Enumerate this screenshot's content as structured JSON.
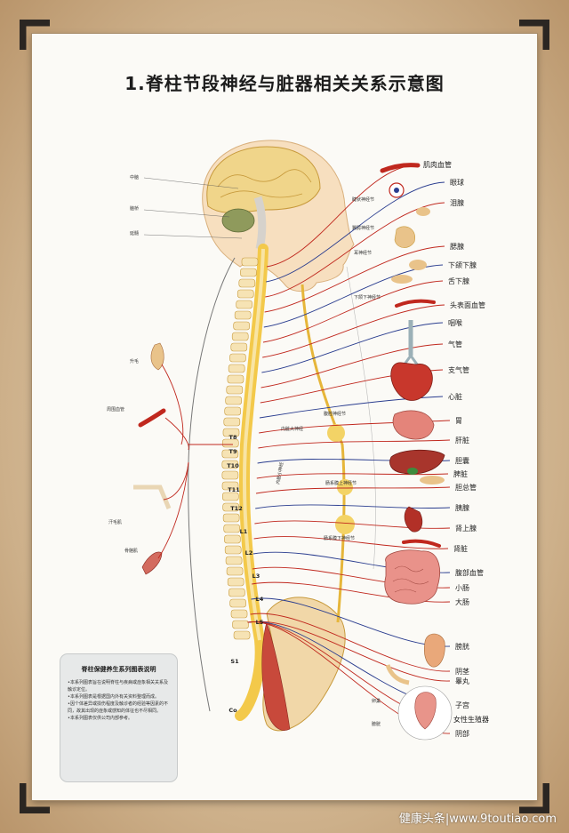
{
  "title": "1.脊柱节段神经与脏器相关关系示意图",
  "labels_right": [
    {
      "key": "muscle_vessel",
      "text": "肌肉血管"
    },
    {
      "key": "eyeball",
      "text": "眼球"
    },
    {
      "key": "lacrimal",
      "text": "泪腺"
    },
    {
      "key": "parotid",
      "text": "腮腺"
    },
    {
      "key": "submandibular",
      "text": "下颌下腺"
    },
    {
      "key": "sublingual",
      "text": "舌下腺"
    },
    {
      "key": "head_vessel",
      "text": "头表面血管"
    },
    {
      "key": "throat",
      "text": "咽喉"
    },
    {
      "key": "trachea",
      "text": "气管"
    },
    {
      "key": "bronchus",
      "text": "支气管"
    },
    {
      "key": "heart",
      "text": "心脏"
    },
    {
      "key": "stomach",
      "text": "胃"
    },
    {
      "key": "liver",
      "text": "肝脏"
    },
    {
      "key": "gallbladder",
      "text": "胆囊"
    },
    {
      "key": "spleen",
      "text": "脾脏"
    },
    {
      "key": "bile_duct",
      "text": "胆总管"
    },
    {
      "key": "pancreas",
      "text": "胰腺"
    },
    {
      "key": "adrenal",
      "text": "肾上腺"
    },
    {
      "key": "kidney",
      "text": "肾脏"
    },
    {
      "key": "abdominal_vessel",
      "text": "腹部血管"
    },
    {
      "key": "small_intestine",
      "text": "小肠"
    },
    {
      "key": "large_intestine",
      "text": "大肠"
    },
    {
      "key": "bladder",
      "text": "膀胱"
    },
    {
      "key": "penis",
      "text": "阴茎"
    },
    {
      "key": "testis",
      "text": "睾丸"
    },
    {
      "key": "uterus",
      "text": "子宫"
    },
    {
      "key": "female_genital",
      "text": "女性生殖器"
    },
    {
      "key": "vagina",
      "text": "阴部"
    }
  ],
  "labels_left": [
    {
      "key": "midbrain",
      "text": "中脑"
    },
    {
      "key": "pons",
      "text": "脑桥"
    },
    {
      "key": "medulla",
      "text": "延髓"
    },
    {
      "key": "erector",
      "text": "升毛"
    },
    {
      "key": "peripheral_vessel",
      "text": "周围血管"
    },
    {
      "key": "sweat_gland",
      "text": "汗毛肌"
    },
    {
      "key": "arrector",
      "text": "骨骼肌"
    }
  ],
  "labels_pelvic": [
    {
      "key": "ovary",
      "text": "卵巢"
    },
    {
      "key": "bladder2",
      "text": "膀胱"
    }
  ],
  "ganglia": [
    {
      "key": "ciliary",
      "text": "睫状神经节"
    },
    {
      "key": "pterygopalatine",
      "text": "翼腭神经节"
    },
    {
      "key": "otic",
      "text": "耳神经节"
    },
    {
      "key": "submandibular_g",
      "text": "下颌下神经节"
    },
    {
      "key": "celiac",
      "text": "腹腔神经节"
    },
    {
      "key": "greater_splanchnic",
      "text": "内脏大神经"
    },
    {
      "key": "lesser_splanchnic",
      "text": "内脏小神经"
    },
    {
      "key": "superior_mesenteric",
      "text": "肠系膜上神经节"
    },
    {
      "key": "inferior_mesenteric",
      "text": "肠系膜下神经节"
    }
  ],
  "vertebrae": [
    {
      "key": "t8",
      "text": "T8"
    },
    {
      "key": "t9",
      "text": "T9"
    },
    {
      "key": "t10",
      "text": "T10"
    },
    {
      "key": "t11",
      "text": "T11"
    },
    {
      "key": "t12",
      "text": "T12"
    },
    {
      "key": "l1",
      "text": "L1"
    },
    {
      "key": "l2",
      "text": "L2"
    },
    {
      "key": "l3",
      "text": "L3"
    },
    {
      "key": "l4",
      "text": "L4"
    },
    {
      "key": "l5",
      "text": "L5"
    },
    {
      "key": "s1",
      "text": "S1"
    },
    {
      "key": "co",
      "text": "Co"
    }
  ],
  "note": {
    "title": "脊柱保健养生系列图表说明",
    "items": [
      "•本系列图表旨在说明脊柱与疾病或症象相关关系及触诊定位。",
      "•本系列图表是根据国内外有关资料整理而成。",
      "•因个体差异或损伤程度及触诊者的经验等因素的不同，故其出现的症象或感知的体征也不尽相同。",
      "•本系列图表仅供公司内部参考。"
    ]
  },
  "watermark": "健康头条|www.9toutiao.com",
  "colors": {
    "spine": "#f3c94a",
    "nerve_red": "#c0281e",
    "nerve_blue": "#2a3d8f",
    "brain": "#f0d58a"
  }
}
